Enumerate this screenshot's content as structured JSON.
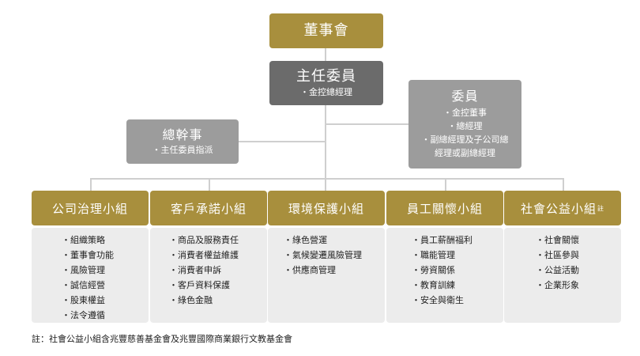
{
  "board": {
    "title": "董事會"
  },
  "chair": {
    "title": "主任委員",
    "items": [
      "金控總經理"
    ]
  },
  "members": {
    "title": "委員",
    "items": [
      "金控董事",
      "總經理",
      "副總經理及子公司總",
      "經理或副總經理"
    ]
  },
  "secretary": {
    "title": "總幹事",
    "items": [
      "主任委員指派"
    ]
  },
  "groups": [
    {
      "title": "公司治理小組",
      "items": [
        "組織策略",
        "董事會功能",
        "風險管理",
        "誠信經營",
        "股東權益",
        "法令遵循"
      ]
    },
    {
      "title": "客戶承諾小組",
      "items": [
        "商品及服務責任",
        "消費者權益維護",
        "消費者申訴",
        "客戶資料保護",
        "綠色金融"
      ]
    },
    {
      "title": "環境保護小組",
      "items": [
        "綠色營運",
        "氣候變遷風險管理",
        "供應商管理"
      ]
    },
    {
      "title": "員工關懷小組",
      "items": [
        "員工薪酬福利",
        "職能管理",
        "勞資關係",
        "教育訓練",
        "安全與衛生"
      ]
    },
    {
      "title": "社會公益小組",
      "sup": "註",
      "items": [
        "社會關懷",
        "社區參與",
        "公益活動",
        "企業形象"
      ]
    }
  ],
  "footnote": "註：社會公益小組含兆豐慈善基金會及兆豐國際商業銀行文教基金會"
}
